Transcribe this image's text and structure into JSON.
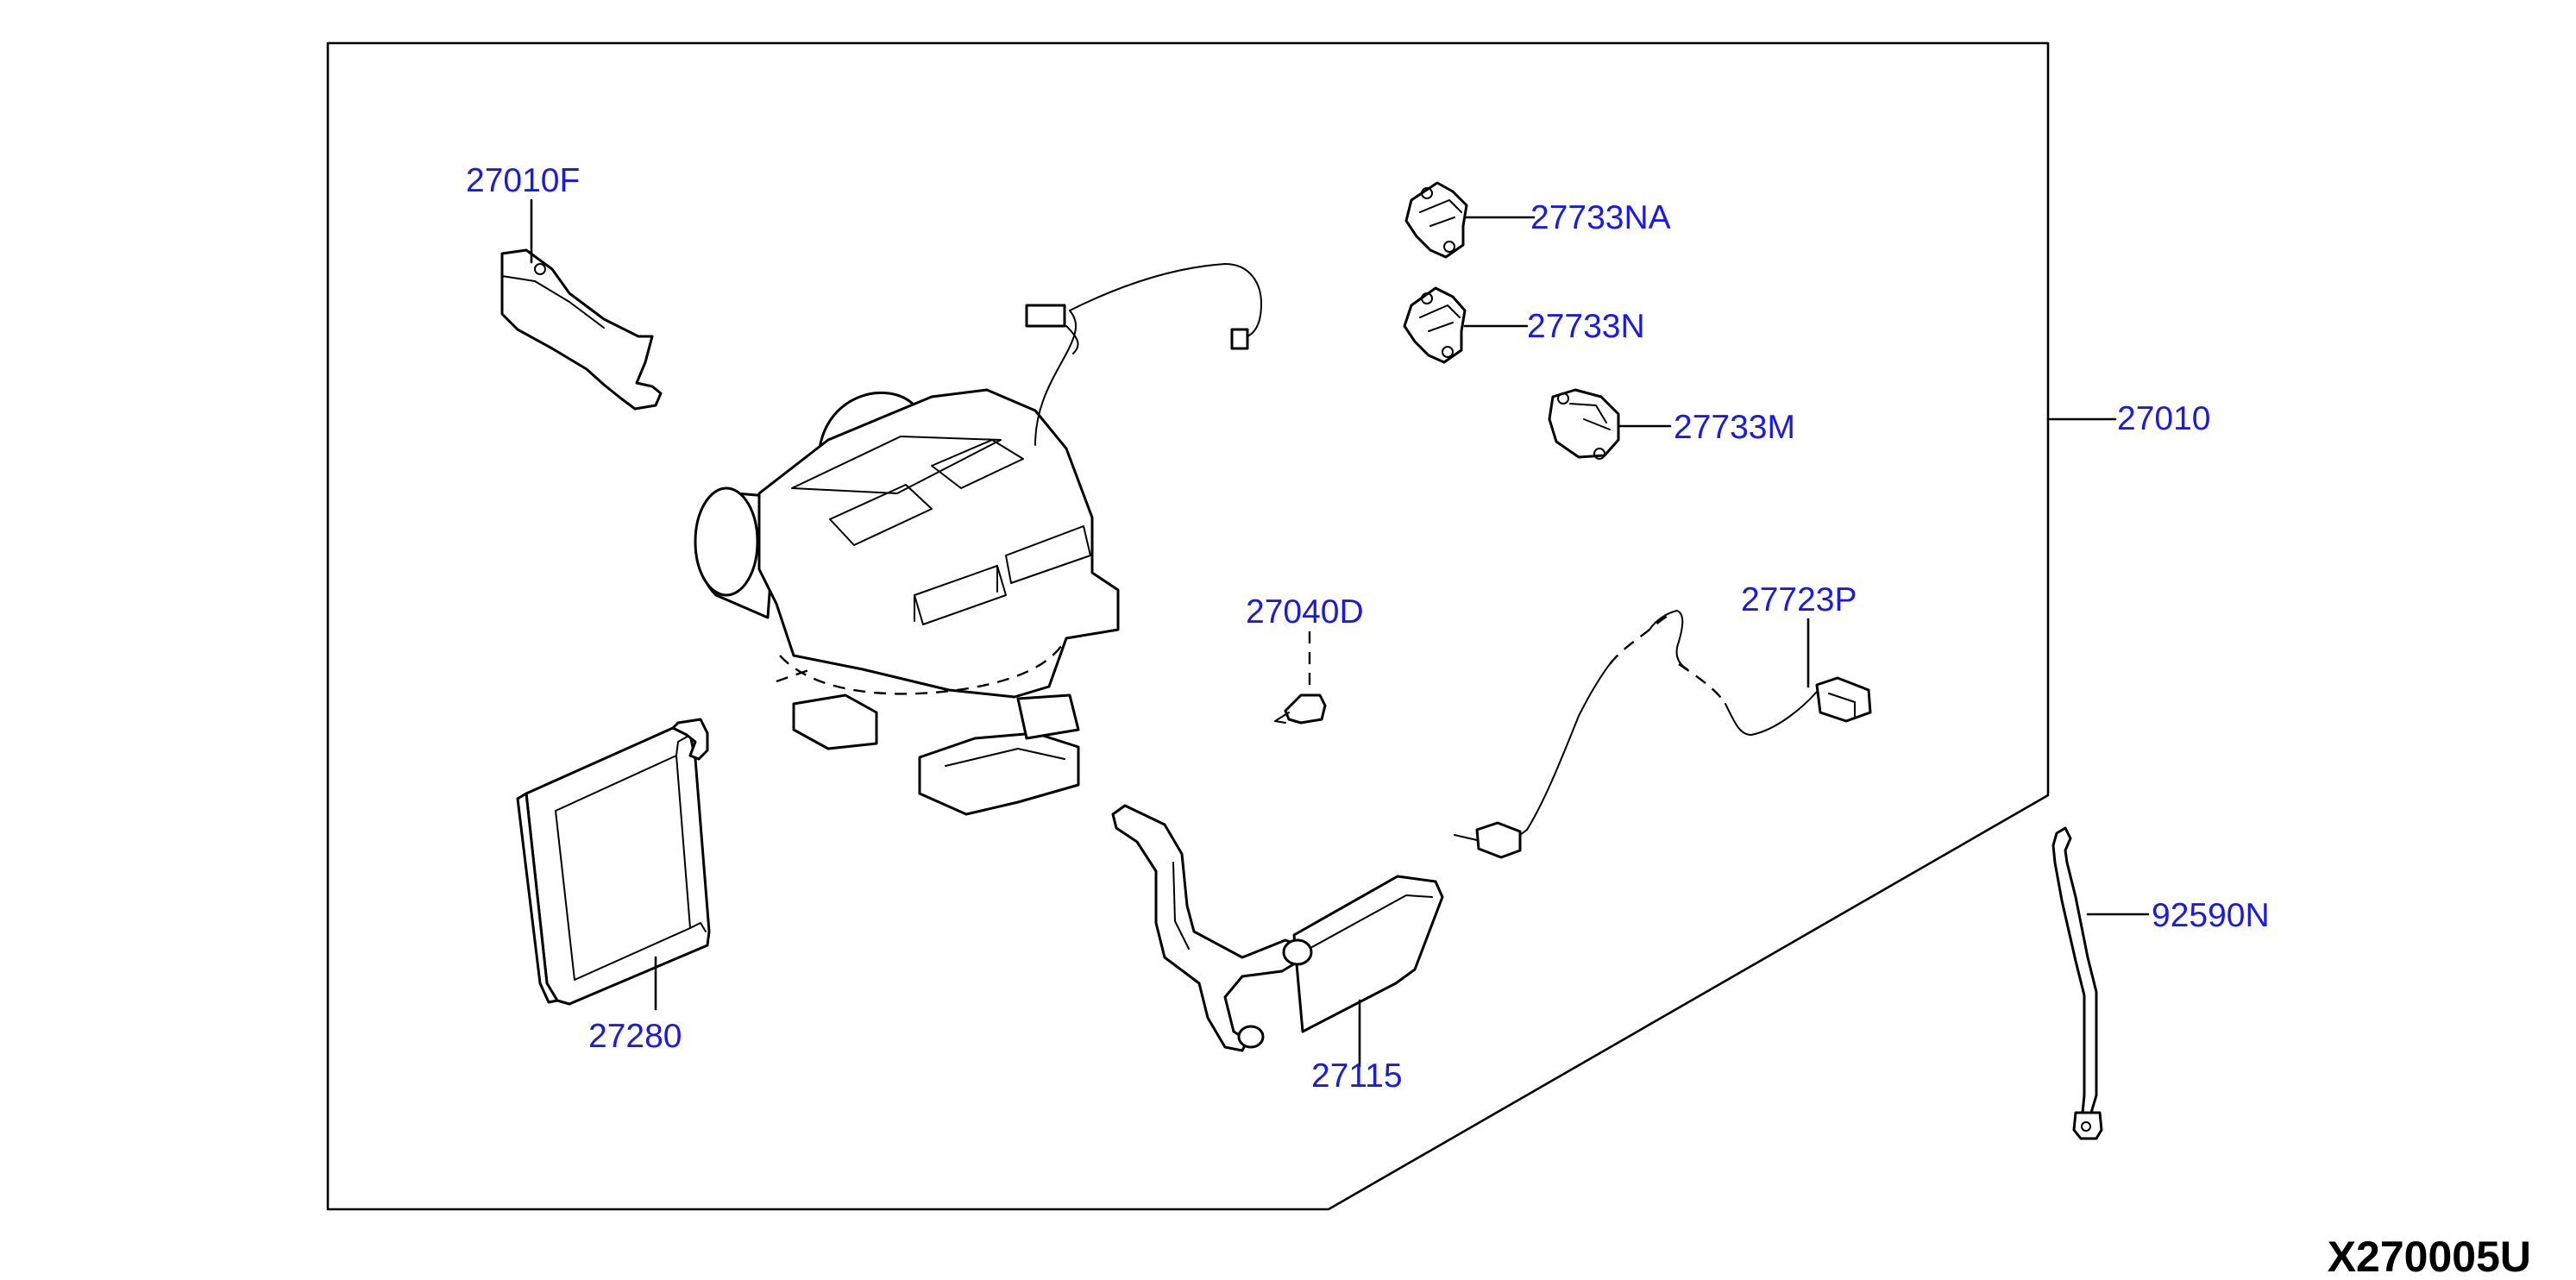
{
  "diagram_code": "X270005U",
  "colors": {
    "label": "#1a1ae6",
    "line": "#000000",
    "background": "#ffffff"
  },
  "callouts": [
    {
      "id": "27010F",
      "text": "27010F"
    },
    {
      "id": "27733NA",
      "text": "27733NA"
    },
    {
      "id": "27733N",
      "text": "27733N"
    },
    {
      "id": "27733M",
      "text": "27733M"
    },
    {
      "id": "27010",
      "text": "27010"
    },
    {
      "id": "27040D",
      "text": "27040D"
    },
    {
      "id": "27723P",
      "text": "27723P"
    },
    {
      "id": "92590N",
      "text": "92590N"
    },
    {
      "id": "27280",
      "text": "27280"
    },
    {
      "id": "27115",
      "text": "27115"
    }
  ]
}
